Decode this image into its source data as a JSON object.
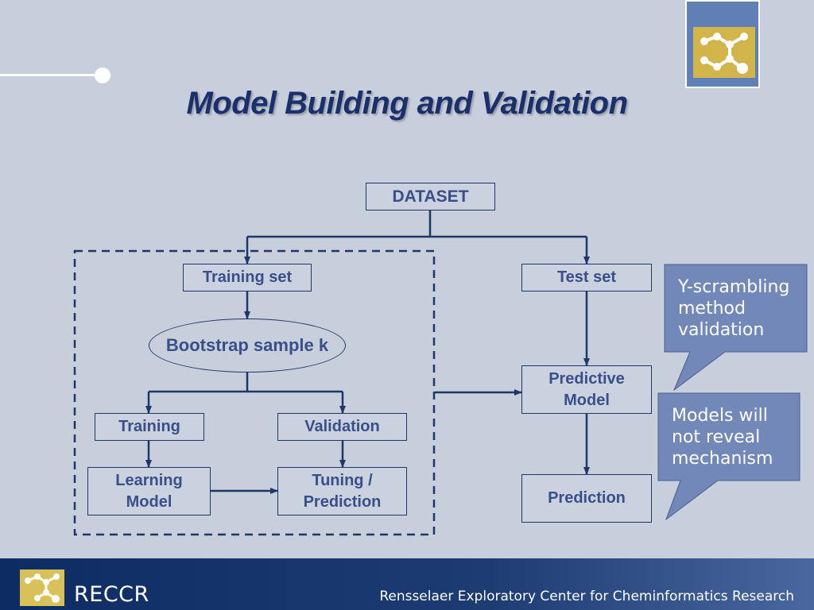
{
  "title": "Model Building and Validation",
  "nodes": {
    "dataset": "DATASET",
    "training_set": "Training set",
    "test_set": "Test set",
    "bootstrap": "Bootstrap sample k",
    "training": "Training",
    "validation": "Validation",
    "learning_model_1": "Learning",
    "learning_model_2": "Model",
    "tuning_1": "Tuning /",
    "tuning_2": "Prediction",
    "predictive_1": "Predictive",
    "predictive_2": "Model",
    "prediction": "Prediction"
  },
  "callouts": {
    "yscrambling": [
      "Y-scrambling",
      "method",
      "validation"
    ],
    "mechanism": [
      "Models will",
      "not reveal",
      "mechanism"
    ]
  },
  "footer": {
    "brand": "RECCR",
    "org": "Rensselaer Exploratory Center for Cheminformatics Research"
  },
  "icons": [
    "molecule-logo-icon"
  ],
  "colors": {
    "background": "#c6cfdb",
    "title": "#1a2f6b",
    "node_text": "#3a4f8a",
    "line": "#1f3667",
    "callout_fill": "#7188b8",
    "footer": "#0d2c63"
  }
}
